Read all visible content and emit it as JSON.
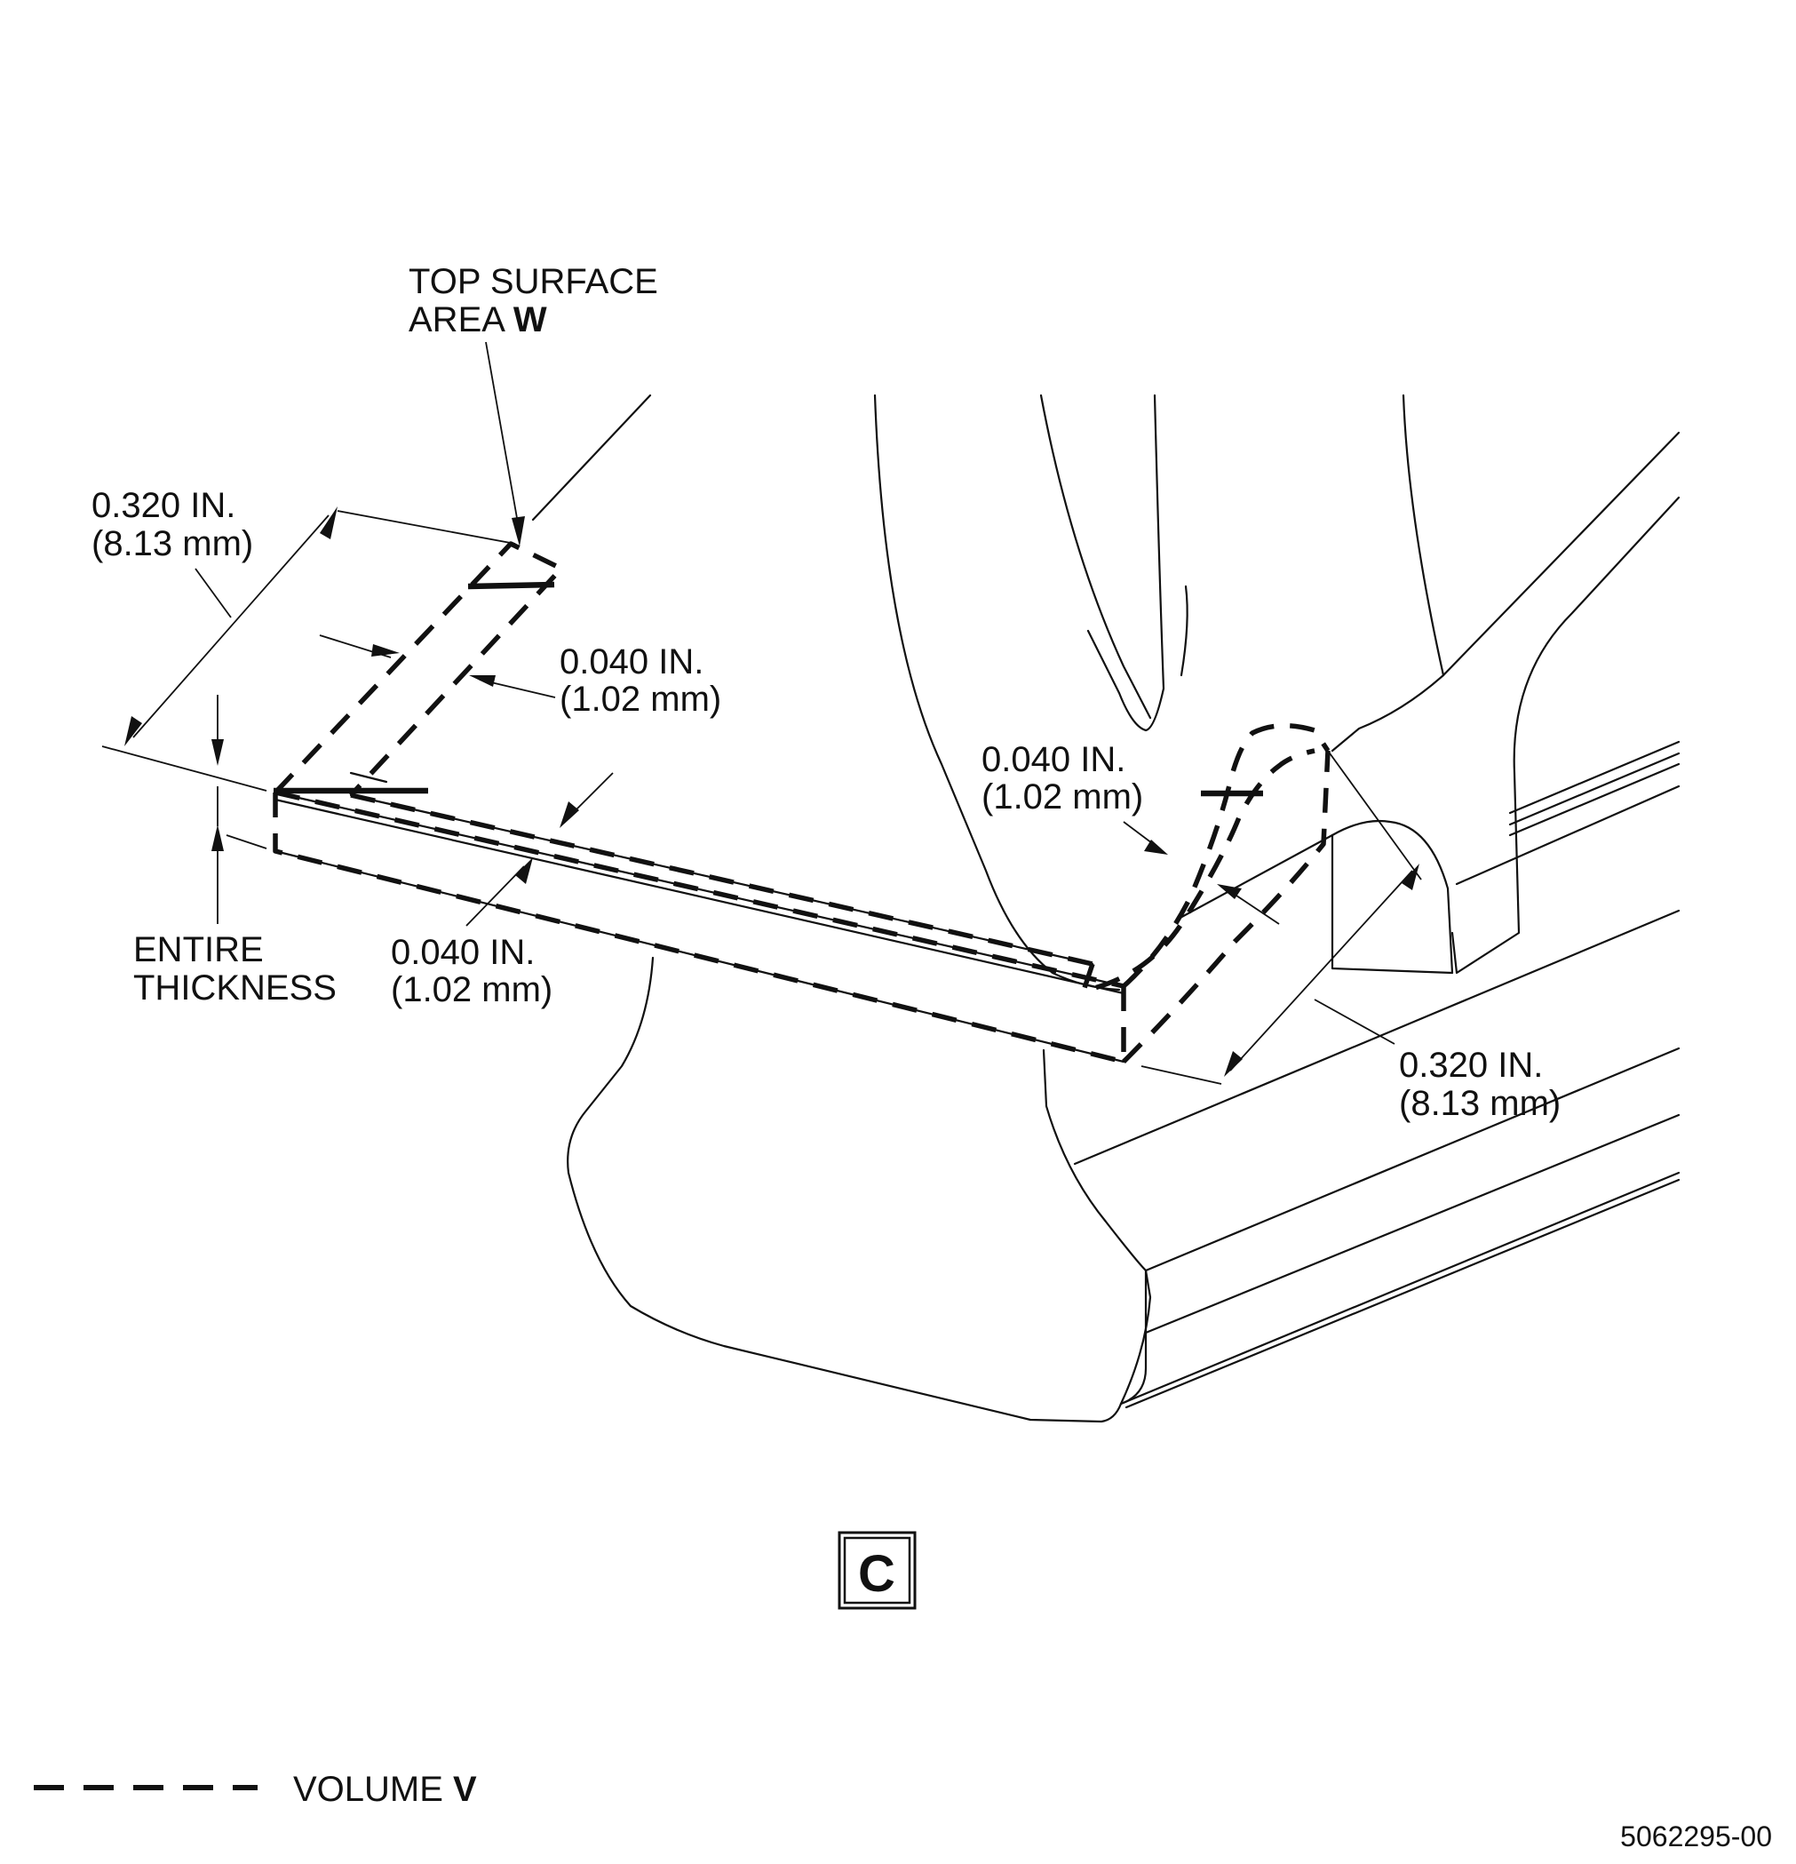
{
  "labels": {
    "top_surface_line1": "TOP SURFACE",
    "top_surface_line2": "AREA ",
    "top_surface_letter": "W",
    "dim_length_left_in": "0.320 IN.",
    "dim_length_left_mm": "(8.13 mm)",
    "dim_width_top_in": "0.040 IN.",
    "dim_width_top_mm": "(1.02 mm)",
    "dim_width_mid_in": "0.040 IN.",
    "dim_width_mid_mm": "(1.02 mm)",
    "dim_width_right_in": "0.040 IN.",
    "dim_width_right_mm": "(1.02 mm)",
    "dim_length_right_in": "0.320 IN.",
    "dim_length_right_mm": "(8.13 mm)",
    "thickness_line1": "ENTIRE",
    "thickness_line2": "THICKNESS",
    "view_letter": "C",
    "legend_text": "VOLUME ",
    "legend_letter": "V",
    "figure_id": "5062295-00"
  },
  "colors": {
    "line": "#111111",
    "background": "#ffffff"
  }
}
